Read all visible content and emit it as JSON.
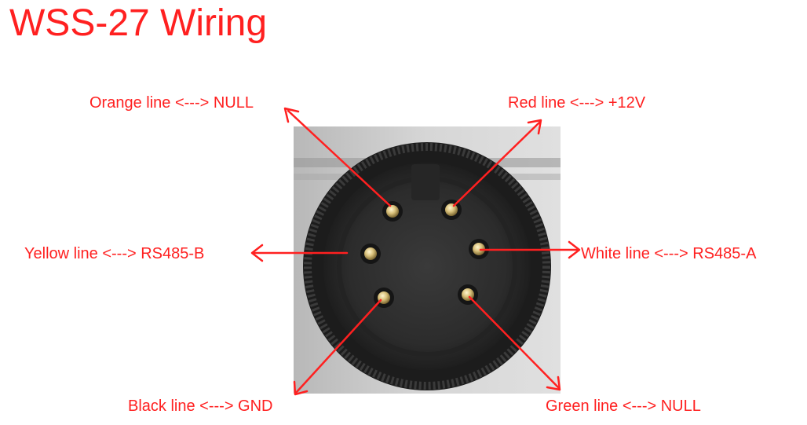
{
  "title": "WSS-27 Wiring",
  "colors": {
    "accent": "#ff2020",
    "photo_background": "#c9c9c9",
    "connector_body": "#2a2a2a",
    "pin": "#d8c07a"
  },
  "wiring": [
    {
      "id": "orange",
      "label": "Orange line <---> NULL"
    },
    {
      "id": "red",
      "label": "Red line <---> +12V"
    },
    {
      "id": "yellow",
      "label": "Yellow line <---> RS485-B"
    },
    {
      "id": "white",
      "label": "White line <---> RS485-A"
    },
    {
      "id": "black",
      "label": "Black line <---> GND"
    },
    {
      "id": "green",
      "label": "Green line <---> NULL"
    }
  ]
}
